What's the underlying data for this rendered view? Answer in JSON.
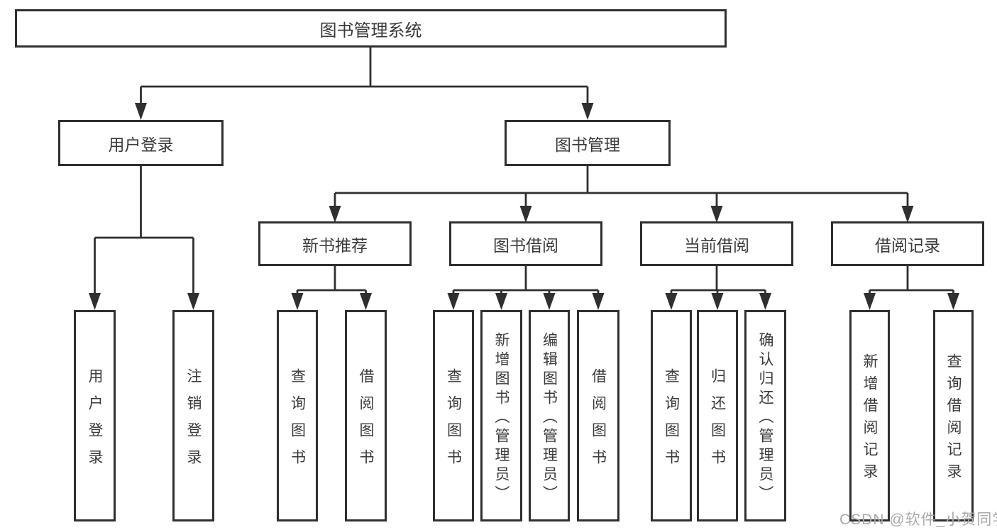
{
  "tree": {
    "label": "图书管理系统",
    "children": [
      {
        "label": "用户登录",
        "children": [
          {
            "label": "用户登录"
          },
          {
            "label": "注销登录"
          }
        ]
      },
      {
        "label": "图书管理",
        "children": [
          {
            "label": "新书推荐",
            "children": [
              {
                "label": "查询图书"
              },
              {
                "label": "借阅图书"
              }
            ]
          },
          {
            "label": "图书借阅",
            "children": [
              {
                "label": "查询图书"
              },
              {
                "label": "新增图书（管理员）"
              },
              {
                "label": "编辑图书（管理员）"
              },
              {
                "label": "借阅图书"
              }
            ]
          },
          {
            "label": "当前借阅",
            "children": [
              {
                "label": "查询图书"
              },
              {
                "label": "归还图书"
              },
              {
                "label": "确认归还（管理员）"
              }
            ]
          },
          {
            "label": "借阅记录",
            "children": [
              {
                "label": "新增借阅记录"
              },
              {
                "label": "查询借阅记录"
              }
            ]
          }
        ]
      }
    ]
  },
  "watermark": {
    "text": "CSDN @软件_小贺同学"
  },
  "colors": {
    "line": "#2f2f2f",
    "text": "#3a3a3a",
    "watermark": "#aaaaaa",
    "background": "#ffffff"
  }
}
